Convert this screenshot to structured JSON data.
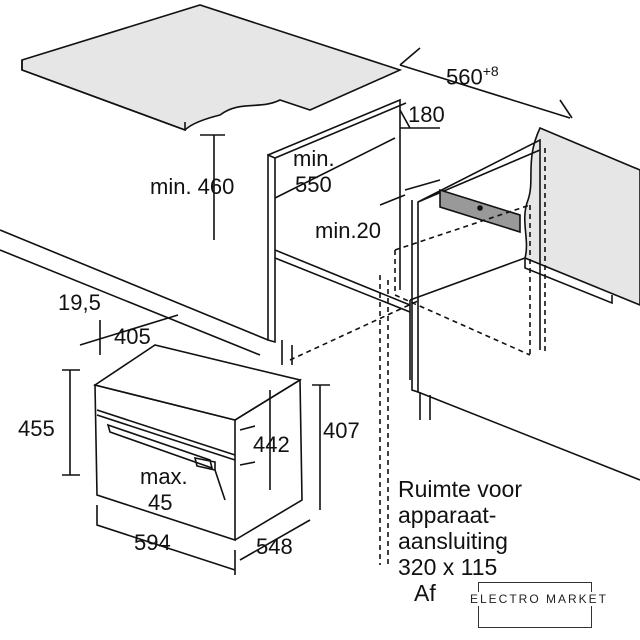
{
  "dimensions": {
    "width_niche": "560",
    "width_niche_sup": "+8",
    "depth_180": "180",
    "min_460": "min. 460",
    "min_550_a": "min.",
    "min_550_b": "550",
    "min_20": "min.20",
    "d_19_5": "19,5",
    "d_405": "405",
    "d_455": "455",
    "d_442": "442",
    "d_407": "407",
    "max_45_a": "max.",
    "max_45_b": "45",
    "d_594": "594",
    "d_548": "548"
  },
  "note": {
    "line1": "Ruimte voor",
    "line2": "apparaat-",
    "line3": "aansluiting",
    "line4": "320 x 115",
    "line5": "Af"
  },
  "watermark": {
    "title": "ELECTRO MARKET"
  }
}
